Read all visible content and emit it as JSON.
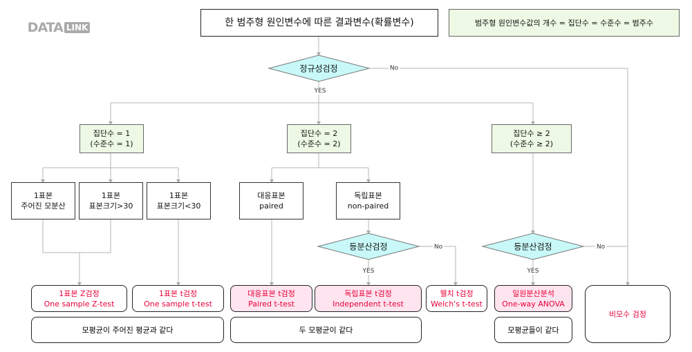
{
  "logo": "DATALINK",
  "title": "한 범주형 원인변수에 따른 결과변수(확률변수)",
  "note": "범주형 원인변수값의 개수 = 집단수 = 수준수 = 범주수",
  "decisions": {
    "normality": "정규성검정",
    "equal_var_1": "등분산검정",
    "equal_var_2": "등분산검정"
  },
  "labels": {
    "yes": "YES",
    "no": "No"
  },
  "groups": [
    {
      "l1": "집단수 = 1",
      "l2": "(수준수 = 1)"
    },
    {
      "l1": "집단수 = 2",
      "l2": "(수준수 = 2)"
    },
    {
      "l1": "집단수 ≥ 2",
      "l2": "(수준수 ≥ 2)"
    }
  ],
  "samples": [
    {
      "l1": "1표본",
      "l2": "주어진 모분산"
    },
    {
      "l1": "1표본",
      "l2": "표본크기>30"
    },
    {
      "l1": "1표본",
      "l2": "표본크기<30"
    },
    {
      "l1": "대응표본",
      "l2": "paired"
    },
    {
      "l1": "독립표본",
      "l2": "non-paired"
    }
  ],
  "tests": [
    {
      "ko": "1표본 Z검정",
      "en": "One sample Z-test"
    },
    {
      "ko": "1표본 t검정",
      "en": "One sample t-test"
    },
    {
      "ko": "대응표본 t검정",
      "en": "Paired t-test"
    },
    {
      "ko": "독립표본 t검정",
      "en": "Independent t-test"
    },
    {
      "ko": "웰치 t검정",
      "en": "Welch's t-test"
    },
    {
      "ko": "일원분산분석",
      "en": "One-way ANOVA"
    }
  ],
  "nonparam": "비모수 검정",
  "hypotheses": [
    "모평균이 주어진 평균과 같다",
    "두 모평균이 같다",
    "모평균들이 같다"
  ]
}
